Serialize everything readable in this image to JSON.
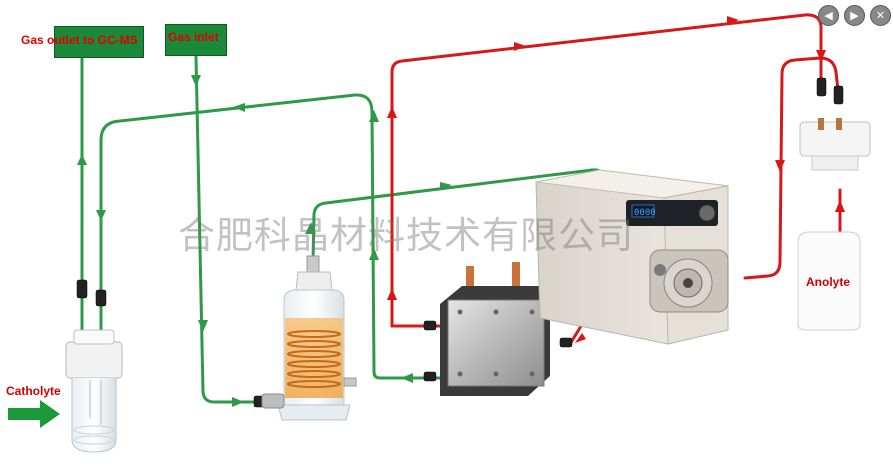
{
  "labels": {
    "gas_outlet": "Gas outlet to GC-MS",
    "gas_inlet": "Gas inlet",
    "catholyte": "Catholyte",
    "anolyte": "Anolyte"
  },
  "watermark": "合肥科晶材料技术有限公司",
  "pump_display": "0000",
  "colors": {
    "green_line": "#2e9a48",
    "red_line": "#d81818",
    "label_red": "#d00000",
    "box_green": "#1a8a3a"
  },
  "nav": {
    "prev_icon": "◀",
    "next_icon": "▶",
    "close_icon": "✕"
  }
}
